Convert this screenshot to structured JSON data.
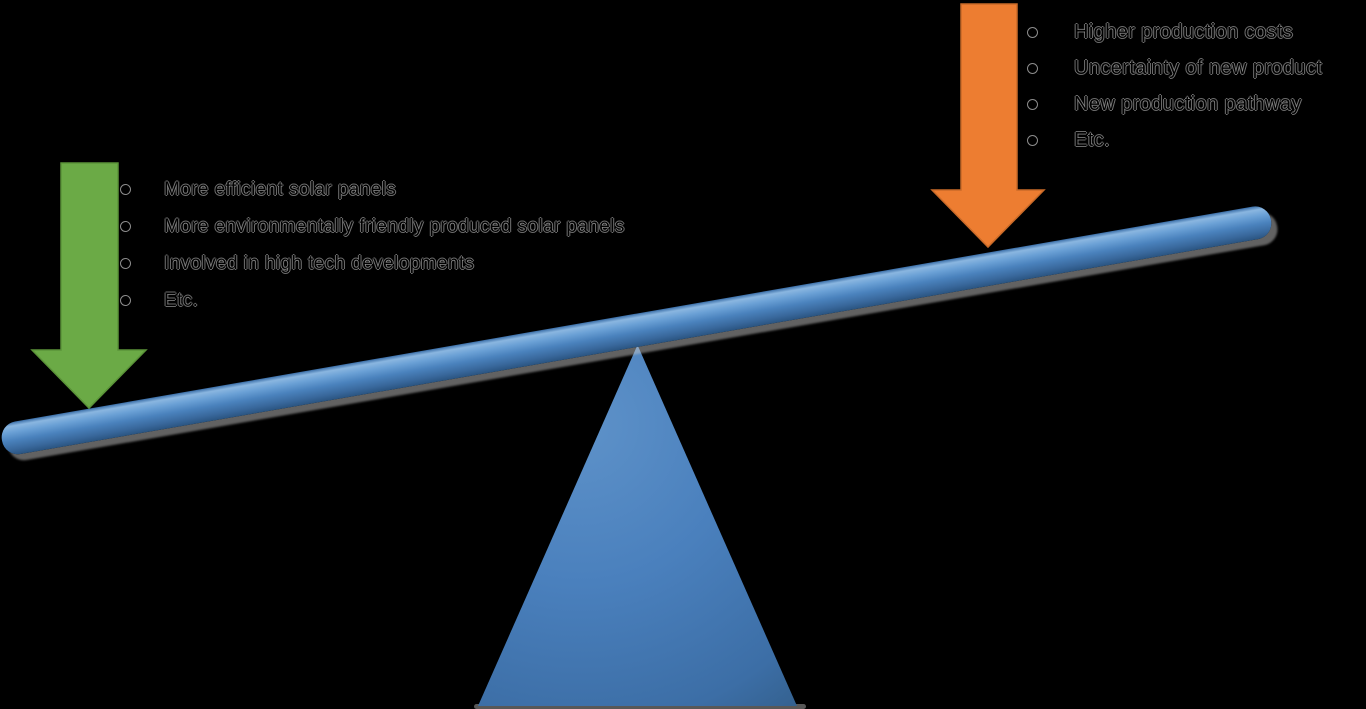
{
  "diagram": {
    "type": "seesaw-balance",
    "background_color": "#000000",
    "beam": {
      "color": "#4A82BD",
      "highlight_color": "#8AB6E0",
      "dark_edge_color": "#2A5480",
      "shadow_color": "#C3C3C3",
      "tilt": "left-side-down"
    },
    "fulcrum": {
      "color": "#4A80BD"
    },
    "pros_group": {
      "arrow_icon": "green-down-arrow-icon",
      "arrow_color": "#6BAA46",
      "arrow_edge_color": "#5A9338",
      "items": [
        "More efficient solar panels",
        "More environmentally friendly produced solar panels",
        "Involved in high tech developments",
        "Etc."
      ]
    },
    "cons_group": {
      "arrow_icon": "orange-down-arrow-icon",
      "arrow_color": "#ED7D31",
      "arrow_edge_color": "#C96A28",
      "items": [
        "Higher production costs",
        "Uncertainty of new product",
        "New production pathway",
        "Etc."
      ]
    }
  }
}
